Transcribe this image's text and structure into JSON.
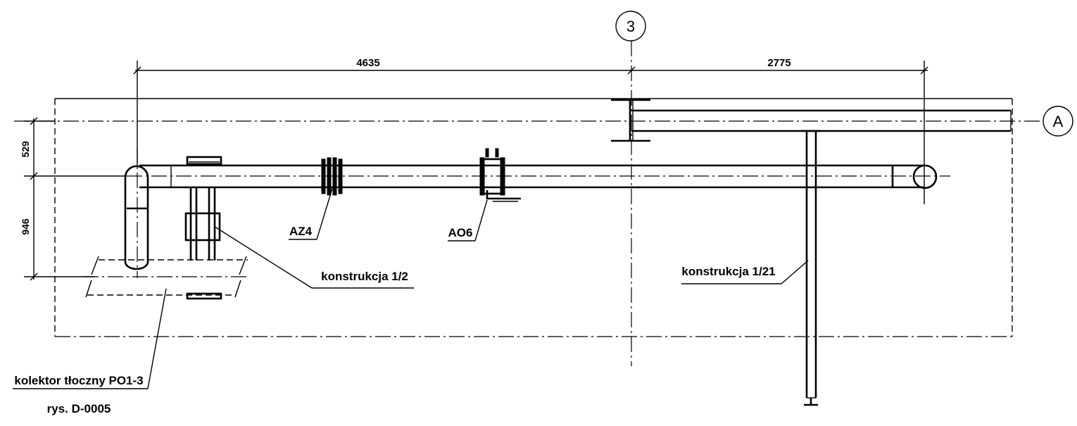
{
  "drawing": {
    "dimensions": {
      "horizontal_left": "4635",
      "horizontal_right": "2775",
      "vertical_top": "529",
      "vertical_bottom": "946"
    },
    "axes": {
      "column_axis": "3",
      "row_axis": "A"
    },
    "components": {
      "compensator": "AZ4",
      "valve": "AO6"
    },
    "labels": {
      "structure_left": "konstrukcja 1/2",
      "structure_right": "konstrukcja 1/21",
      "collector_line1": "kolektor tłoczny PO1-3",
      "collector_line2": "rys. D-0005"
    }
  }
}
